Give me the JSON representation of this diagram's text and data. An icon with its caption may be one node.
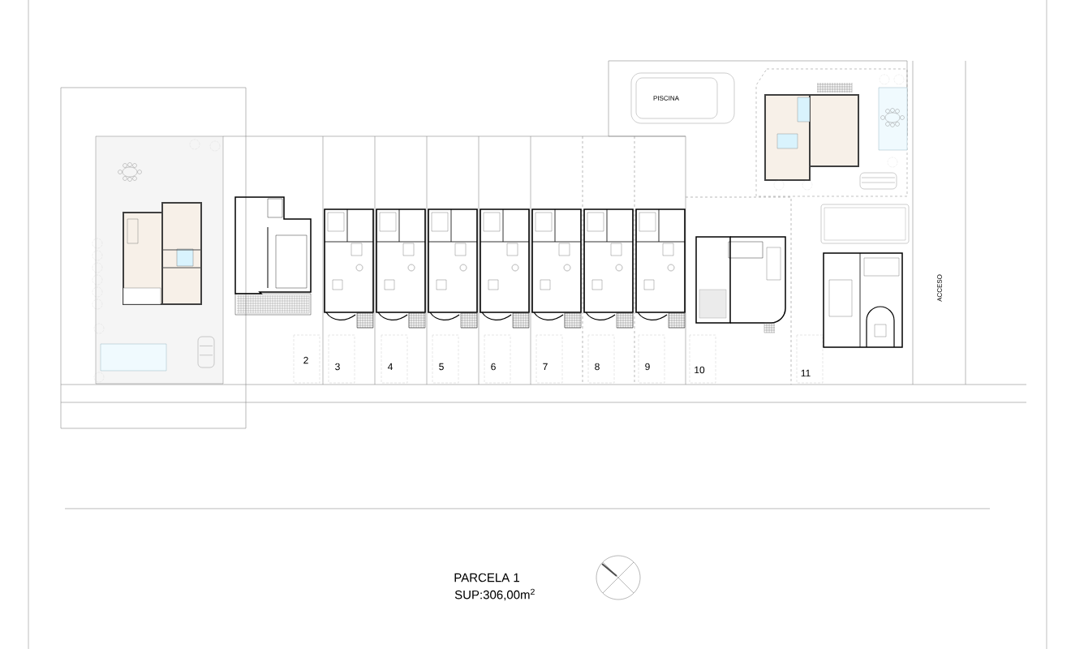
{
  "diagram": {
    "labels": [
      "PISCINA",
      "ACCESO",
      "2",
      "3",
      "4",
      "5",
      "6",
      "7",
      "8",
      "9",
      "10",
      "11",
      "PARCELA 1",
      "SUP:306,00m$^{2}$"
    ]
  }
}
